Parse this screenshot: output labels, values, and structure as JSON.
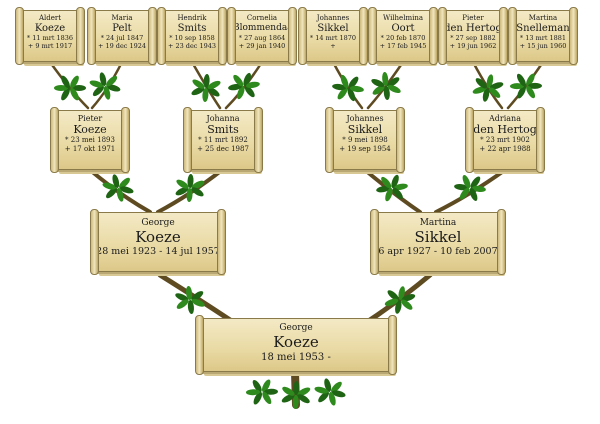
{
  "tree": {
    "generation1": [
      {
        "given": "Aldert",
        "surname": "Koeze",
        "born": "* 11 mrt 1836",
        "died": "+ 9 mrt 1917"
      },
      {
        "given": "Maria",
        "surname": "Pelt",
        "born": "* 24 jul 1847",
        "died": "+ 19 dec 1924"
      },
      {
        "given": "Hendrik",
        "surname": "Smits",
        "born": "* 10 sep 1858",
        "died": "+ 23 dec 1943"
      },
      {
        "given": "Cornelia",
        "surname": "Blommendaal",
        "born": "* 27 aug 1864",
        "died": "+ 29 jan 1940"
      },
      {
        "given": "Johannes",
        "surname": "Sikkel",
        "born": "* 14 mrt 1870",
        "died": "+"
      },
      {
        "given": "Wilhelmina",
        "surname": "Oort",
        "born": "* 20 feb 1870",
        "died": "+ 17 feb 1945"
      },
      {
        "given": "Pieter",
        "surname": "den Hertog",
        "born": "* 27 sep 1882",
        "died": "+ 19 jun 1962"
      },
      {
        "given": "Martina",
        "surname": "Snelleman",
        "born": "* 13 mrt 1881",
        "died": "+ 15 jun 1960"
      }
    ],
    "generation2": [
      {
        "given": "Pieter",
        "surname": "Koeze",
        "born": "* 23 mei 1893",
        "died": "+ 17 okt 1971"
      },
      {
        "given": "Johanna",
        "surname": "Smits",
        "born": "* 11 mrt 1892",
        "died": "+ 25 dec 1987"
      },
      {
        "given": "Johannes",
        "surname": "Sikkel",
        "born": "* 9 mei 1898",
        "died": "+ 19 sep 1954"
      },
      {
        "given": "Adriana",
        "surname": "den Hertog",
        "born": "* 23 mrt 1902",
        "died": "+ 22 apr 1988"
      }
    ],
    "generation3": [
      {
        "given": "George",
        "surname": "Koeze",
        "dates": "28 mei 1923 - 14 jul 1957"
      },
      {
        "given": "Martina",
        "surname": "Sikkel",
        "dates": "6 apr 1927 - 10 feb 2007"
      }
    ],
    "root": {
      "given": "George",
      "surname": "Koeze",
      "dates": "18 mei 1953 -"
    }
  },
  "colors": {
    "branch": "#5e4b22",
    "leaf": "#2f8a1e",
    "leaf_dark": "#1f6414",
    "parchment": "#ecdfae"
  }
}
